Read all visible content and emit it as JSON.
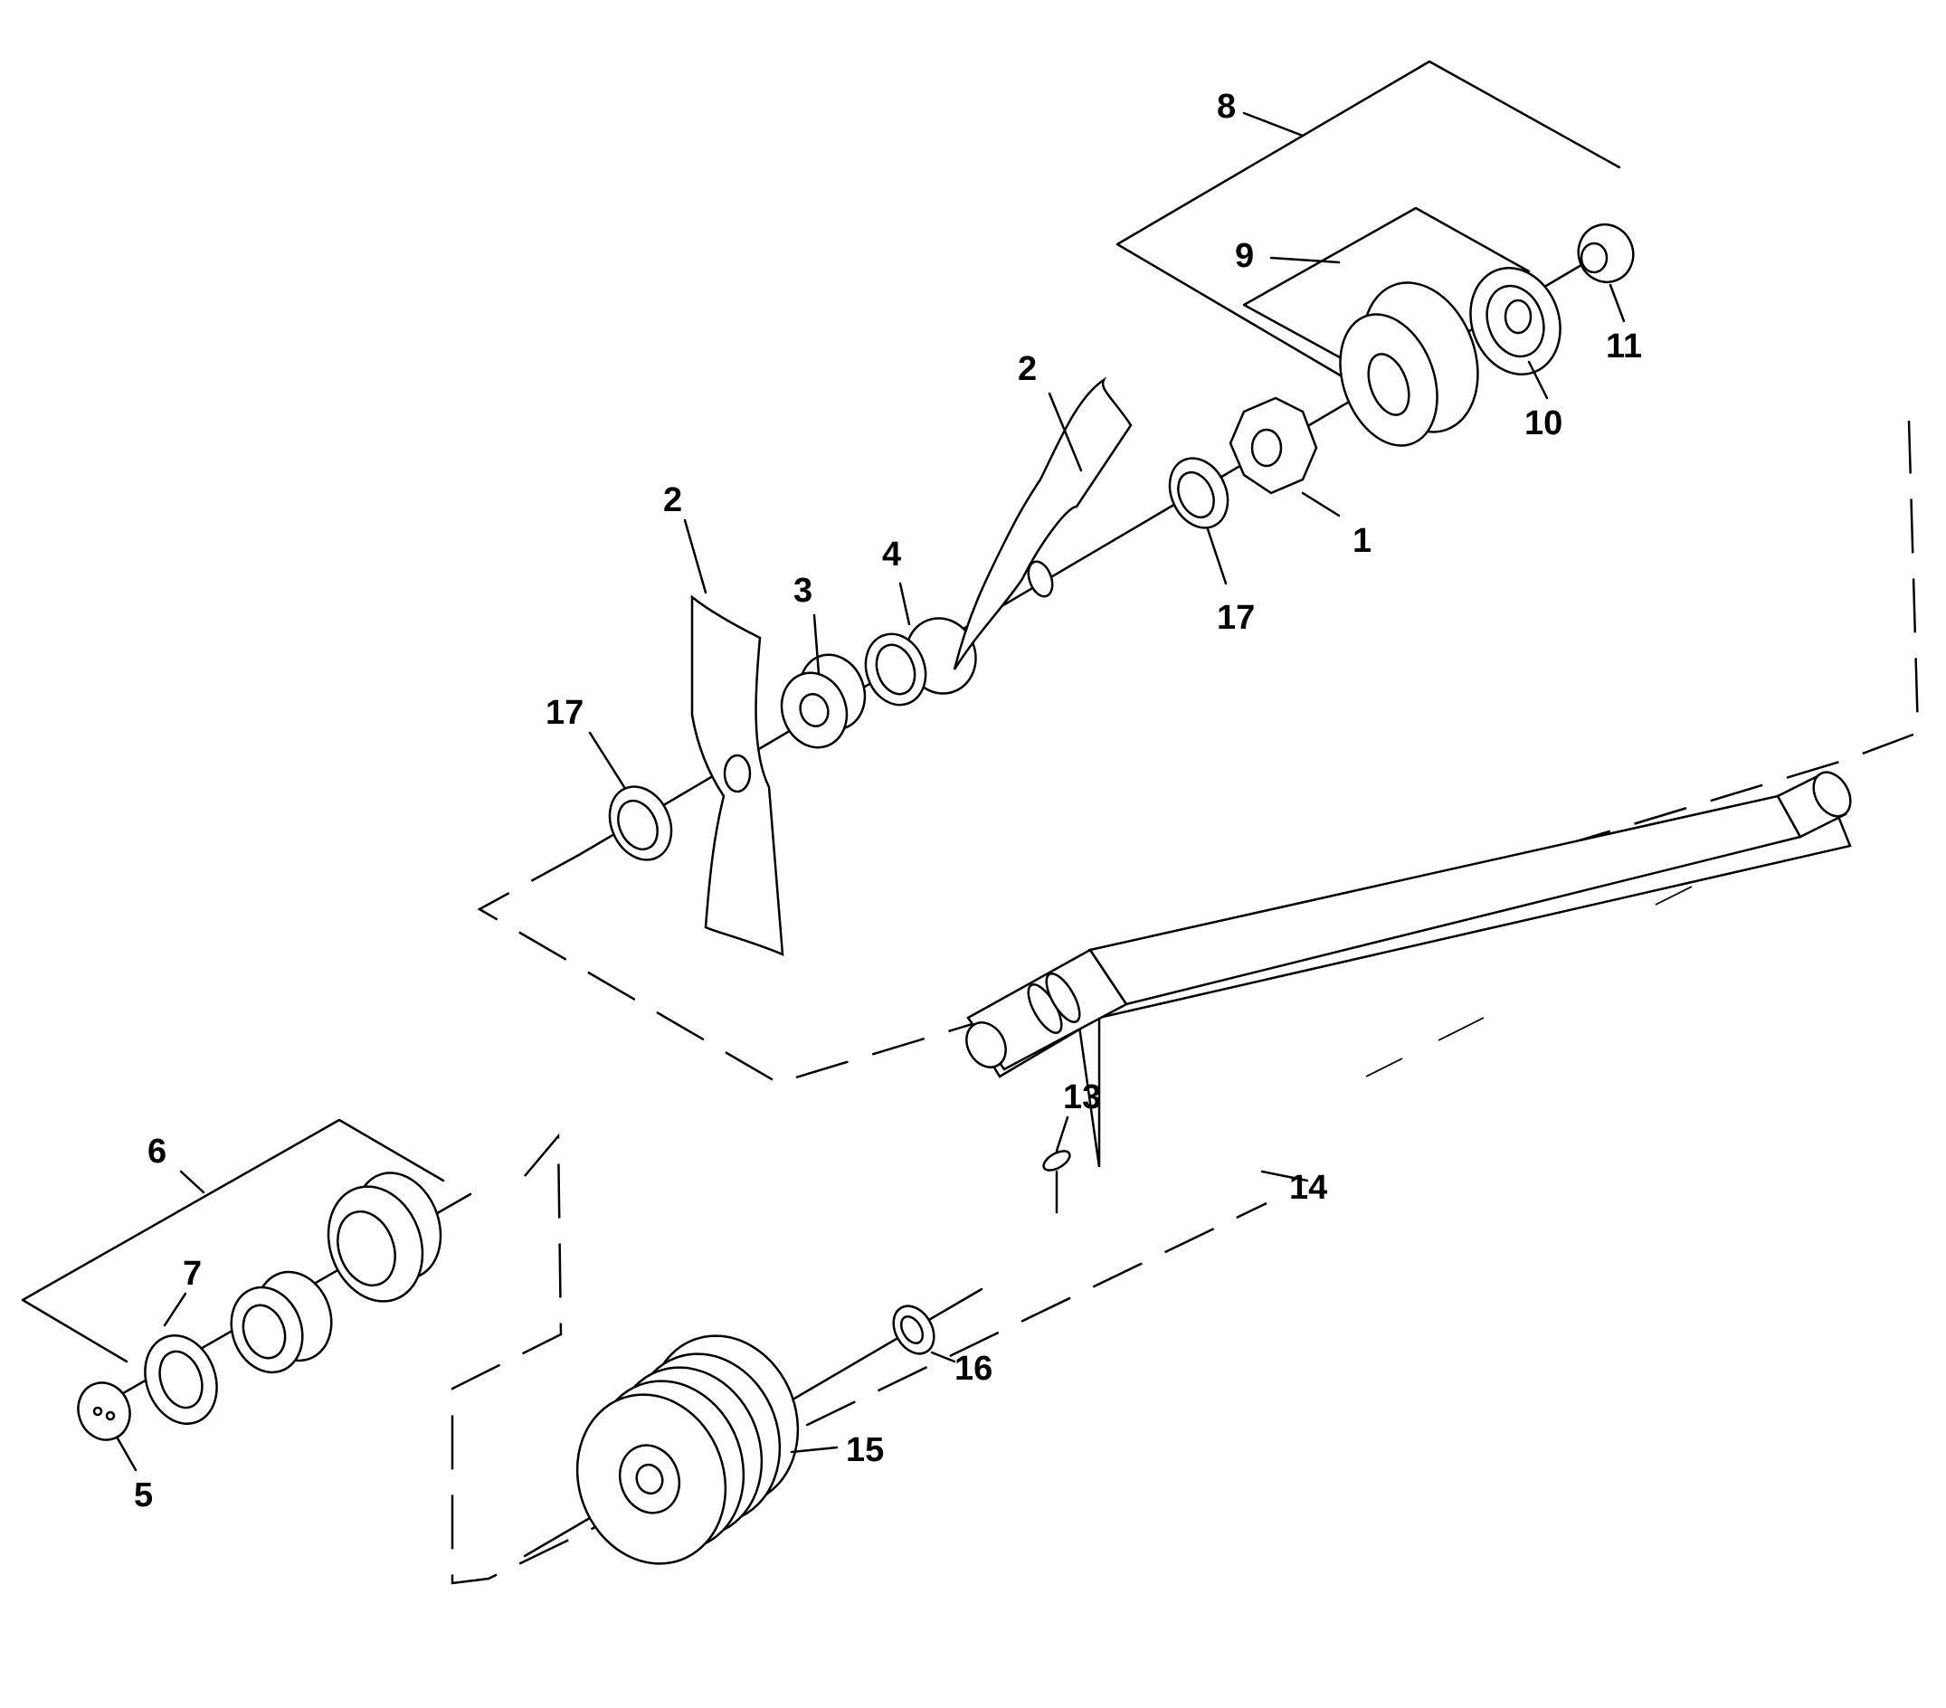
{
  "labels": {
    "item_1": "1",
    "item_2_upper": "2",
    "item_2_lower": "2",
    "item_3": "3",
    "item_4": "4",
    "item_5": "5",
    "item_6": "6",
    "item_7": "7",
    "item_8": "8",
    "item_9": "9",
    "item_10": "10",
    "item_11": "11",
    "item_13": "13",
    "item_14": "14",
    "item_15": "15",
    "item_16": "16",
    "item_17_upper": "17",
    "item_17_lower": "17"
  }
}
